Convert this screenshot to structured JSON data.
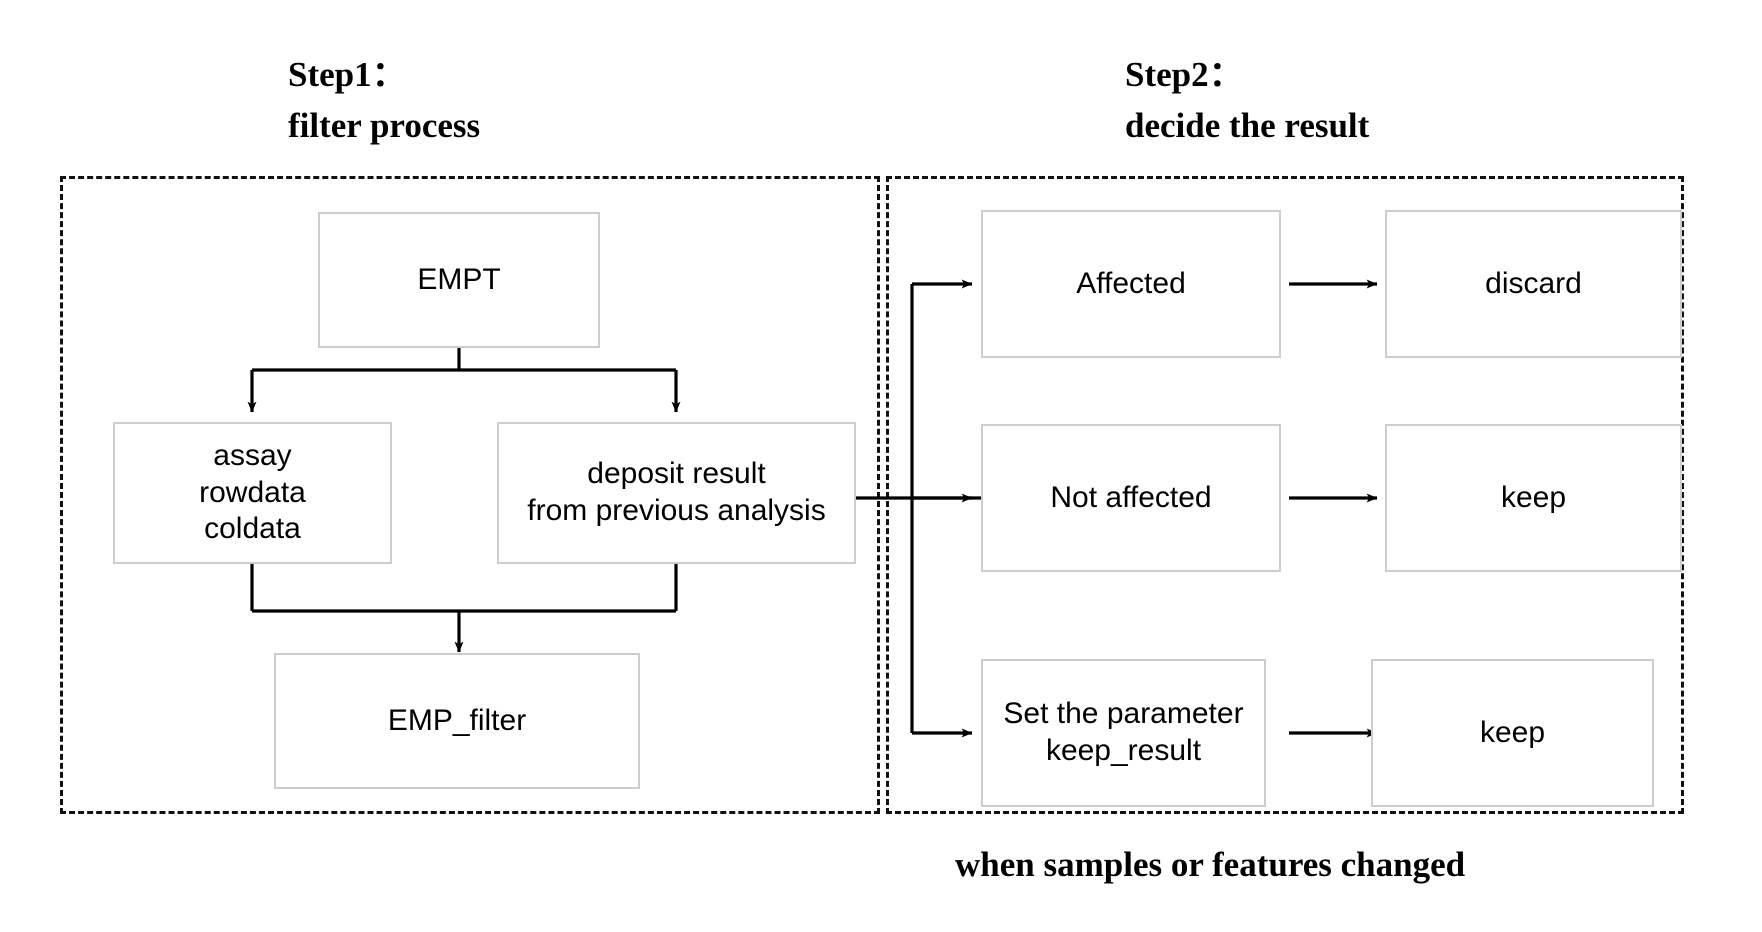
{
  "figure": {
    "background_color": "#ffffff",
    "box_border_color": "#cdcdcd",
    "panel_border_color": "#111111",
    "arrow_color": "#000000"
  },
  "headings": {
    "step1_line1": "Step1：",
    "step1_line2": "filter process",
    "step2_line1": "Step2：",
    "step2_line2": "decide the result"
  },
  "panels": {
    "left_label": "Step1 filter process panel",
    "right_label": "Step2 decide the result panel"
  },
  "left_panel": {
    "nodes": [
      {
        "id": "empt",
        "label": "EMPT"
      },
      {
        "id": "assay",
        "label": "assay\nrowdata\ncoldata"
      },
      {
        "id": "deposit",
        "label": "deposit result\nfrom previous analysis"
      },
      {
        "id": "emp_filter",
        "label": "EMP_filter"
      }
    ]
  },
  "right_panel": {
    "nodes": [
      {
        "id": "affected",
        "label": "Affected"
      },
      {
        "id": "discard",
        "label": "discard"
      },
      {
        "id": "not_affected",
        "label": "Not affected"
      },
      {
        "id": "keep_top",
        "label": "keep"
      },
      {
        "id": "set_parameter",
        "label": "Set the parameter\nkeep_result"
      },
      {
        "id": "keep_bottom",
        "label": "keep"
      }
    ]
  },
  "caption": {
    "text": "when samples or features changed"
  }
}
